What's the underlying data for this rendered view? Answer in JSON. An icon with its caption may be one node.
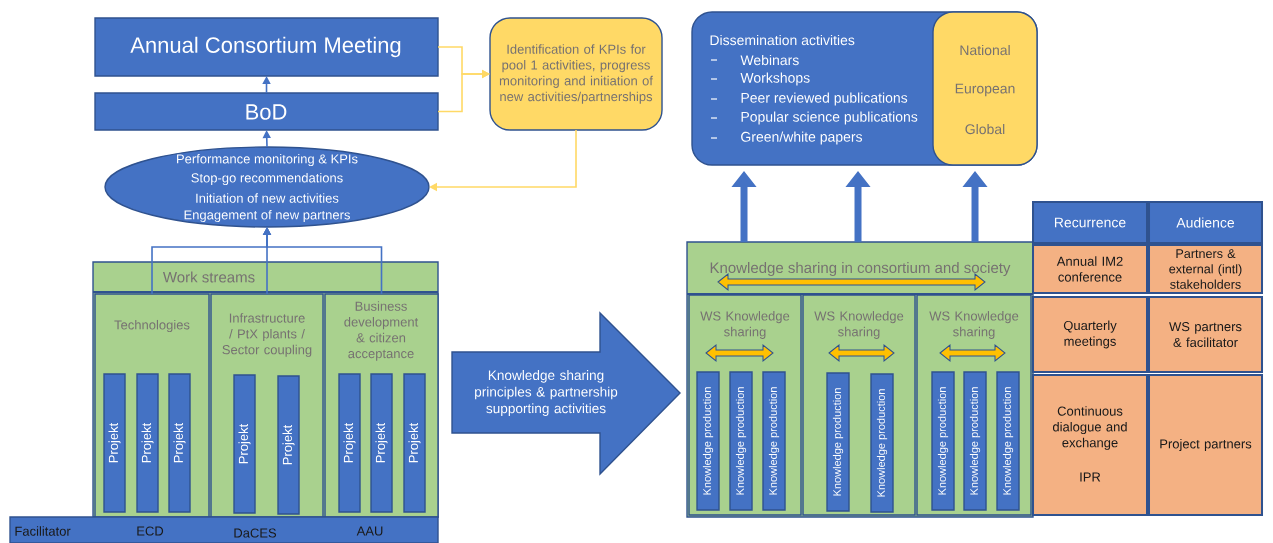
{
  "diagram": {
    "nodes": [
      {
        "text": [
          "Annual Consortium Meeting"
        ]
      },
      {
        "text": [
          "BoD"
        ]
      },
      {
        "text": [
          "Identification of KPIs for pool 1 activities, progress monitoring and initiation of new activities/partnerships"
        ]
      },
      {
        "text": [
          "Performance monitoring & KPIs",
          "Stop-go recommendations",
          "Initiation of new activities",
          "Engagement of new partners"
        ]
      },
      {
        "text": [
          "Work streams"
        ]
      },
      {
        "text": [
          "Technologies"
        ],
        "in": 4
      },
      {
        "text": [
          "Infrastructure / PtX plants / Sector coupling"
        ],
        "in": 4
      },
      {
        "text": [
          "Business development & citizen acceptance"
        ],
        "in": 4
      },
      {
        "text": [
          "Projekt"
        ],
        "in": 5
      },
      {
        "text": [
          "Projekt"
        ],
        "in": 5
      },
      {
        "text": [
          "Projekt"
        ],
        "in": 5
      },
      {
        "text": [
          "Projekt"
        ],
        "in": 6
      },
      {
        "text": [
          "Projekt"
        ],
        "in": 6
      },
      {
        "text": [
          "Projekt"
        ],
        "in": 7
      },
      {
        "text": [
          "Projekt"
        ],
        "in": 7
      },
      {
        "text": [
          "Projekt"
        ],
        "in": 7
      },
      {
        "text": [
          "Facilitator",
          "ECD",
          "DaCES",
          "AAU"
        ]
      },
      {
        "text": [
          "Knowledge sharing principles & partnership supporting activities"
        ]
      },
      {
        "text": [
          "Dissemination activities",
          "Webinars",
          "Workshops",
          "Peer reviewed publications",
          "Popular science publications",
          "Green/white papers"
        ]
      },
      {
        "text": [
          "National",
          "European",
          "Global"
        ],
        "in": 18
      },
      {
        "text": [
          "Knowledge sharing in consortium and society"
        ]
      },
      {
        "text": [
          "WS Knowledge sharing"
        ],
        "in": 20
      },
      {
        "text": [
          "WS Knowledge sharing"
        ],
        "in": 20
      },
      {
        "text": [
          "WS Knowledge sharing"
        ],
        "in": 20
      },
      {
        "text": [
          "Knowledge production"
        ],
        "in": 21
      },
      {
        "text": [
          "Knowledge production"
        ],
        "in": 21
      },
      {
        "text": [
          "Knowledge production"
        ],
        "in": 21
      },
      {
        "text": [
          "Knowledge production"
        ],
        "in": 22
      },
      {
        "text": [
          "Knowledge production"
        ],
        "in": 22
      },
      {
        "text": [
          "Knowledge production"
        ],
        "in": 23
      },
      {
        "text": [
          "Knowledge production"
        ],
        "in": 23
      },
      {
        "text": [
          "Knowledge production"
        ],
        "in": 23
      }
    ],
    "edges": [
      {
        "from": 1,
        "to": 0,
        "arrow": "to"
      },
      {
        "from": 3,
        "to": 1,
        "arrow": "to"
      },
      {
        "from": 5,
        "to": 3,
        "arrow": "to"
      },
      {
        "from": 6,
        "to": 3,
        "arrow": "to"
      },
      {
        "from": 7,
        "to": 3,
        "arrow": "to"
      },
      {
        "from": 0,
        "to": 2,
        "arrow": "to",
        "color": "#ffd966"
      },
      {
        "from": 1,
        "to": 2,
        "arrow": "to",
        "color": "#ffd966"
      },
      {
        "from": 2,
        "to": 3,
        "arrow": "to",
        "color": "#ffd966"
      },
      {
        "from": 20,
        "to": 18,
        "arrow": "to",
        "style": "thick"
      },
      {
        "from": 20,
        "to": 18,
        "arrow": "to",
        "style": "thick"
      },
      {
        "from": 20,
        "to": 18,
        "arrow": "to",
        "style": "thick"
      }
    ],
    "labels": [
      "Recurrence",
      "Audience",
      "Annual IM2 conference",
      "Partners & external (intl) stakeholders",
      "Quarterly meetings",
      "WS partners & facilitator",
      "Continuous dialogue and exchange",
      "IPR",
      "Project partners"
    ]
  }
}
